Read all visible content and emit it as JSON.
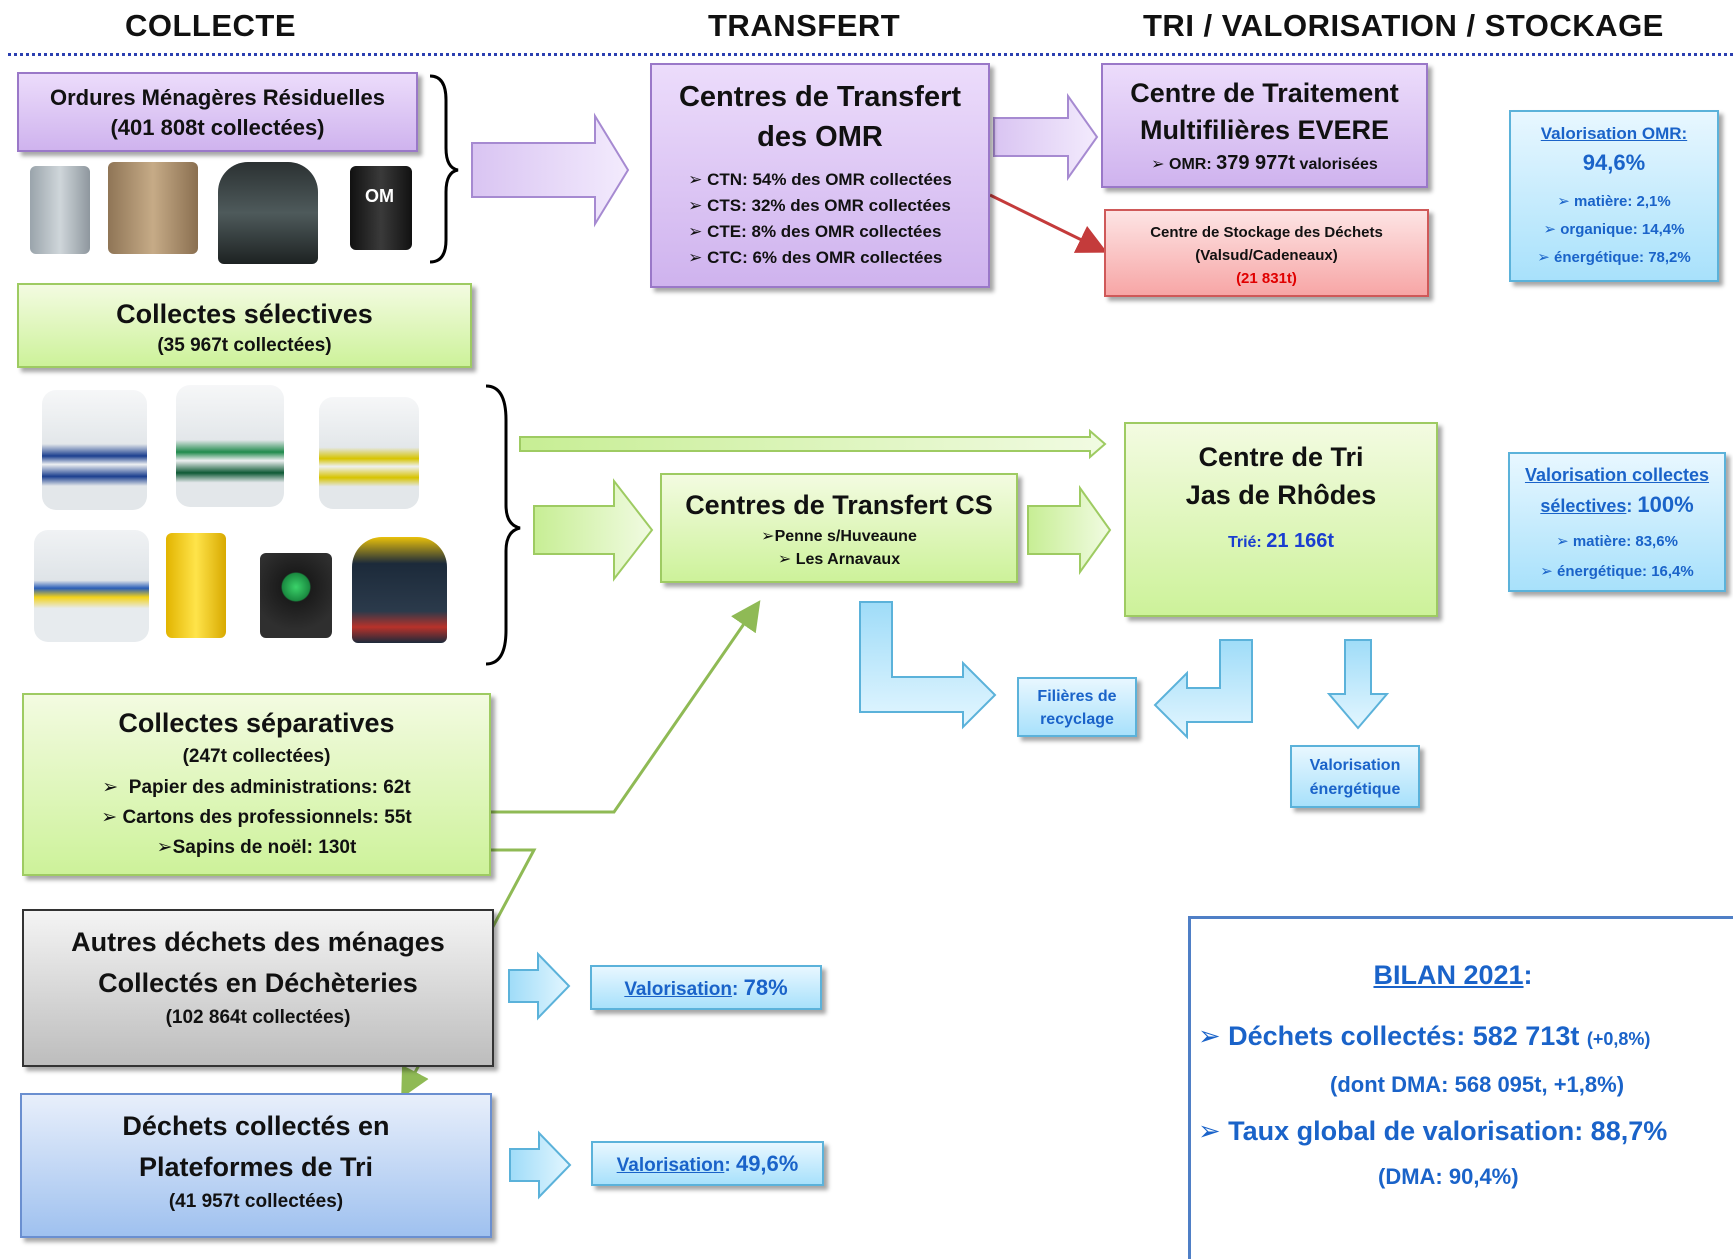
{
  "headers": {
    "collecte": "COLLECTE",
    "transfert": "TRANSFERT",
    "tri": "TRI / VALORISATION / STOCKAGE"
  },
  "omr": {
    "title": "Ordures Ménagères Résiduelles",
    "sub": "(401 808t collectées)"
  },
  "bin_label": "OM",
  "transfert_omr": {
    "title1": "Centres de Transfert",
    "title2": "des OMR",
    "items": [
      "CTN: 54% des OMR collectées",
      "CTS: 32% des OMR collectées",
      "CTE: 8% des OMR collectées",
      "CTC: 6% des OMR collectées"
    ]
  },
  "evere": {
    "title1": "Centre de Traitement",
    "title2": "Multifilières EVERE",
    "omr_label": "OMR:",
    "omr_value": "379 977t",
    "omr_suffix": "valorisées"
  },
  "stockage": {
    "line1": "Centre de Stockage des Déchets",
    "line2": "(Valsud/Cadeneaux)",
    "line3": "(21 831t)"
  },
  "valo_omr": {
    "title": "Valorisation OMR:",
    "pct": "94,6%",
    "items": [
      "matière: 2,1%",
      "organique: 14,4%",
      "énergétique: 78,2%"
    ]
  },
  "cs": {
    "title": "Collectes sélectives",
    "sub": "(35 967t collectées)"
  },
  "transfert_cs": {
    "title": "Centres de Transfert CS",
    "items": [
      "Penne s/Huveaune",
      "Les Arnavaux"
    ]
  },
  "tri": {
    "title1": "Centre de Tri",
    "title2": "Jas de Rhôdes",
    "trie_label": "Trié:",
    "trie_value": "21 166t"
  },
  "valo_cs": {
    "title1": "Valorisation collectes",
    "title2": "sélectives",
    "pct": "100%",
    "items": [
      "matière: 83,6%",
      "énergétique: 16,4%"
    ]
  },
  "filieres": {
    "line1": "Filières de",
    "line2": "recyclage"
  },
  "valo_energie": {
    "line1": "Valorisation",
    "line2": "énergétique"
  },
  "separatives": {
    "title": "Collectes séparatives",
    "sub": "(247t collectées)",
    "items": [
      "Papier des administrations: 62t",
      "Cartons des professionnels: 55t",
      "Sapins de noël: 130t"
    ]
  },
  "decheteries": {
    "title1": "Autres déchets des ménages",
    "title2": "Collectés en Déchèteries",
    "sub": "(102 864t collectées)"
  },
  "valo_dech": {
    "label": "Valorisation",
    "pct": "78%"
  },
  "plateformes": {
    "title1": "Déchets collectés en",
    "title2": "Plateformes de Tri",
    "sub": "(41 957t collectées)"
  },
  "valo_plat": {
    "label": "Valorisation",
    "pct": "49,6%"
  },
  "bilan": {
    "title": "BILAN 2021",
    "l1_label": "Déchets collectés: 582 713t",
    "l1_delta": "(+0,8%)",
    "l2": "(dont DMA: 568 095t, +1,8%)",
    "l3": "Taux global de valorisation: 88,7%",
    "l4": "(DMA: 90,4%)"
  }
}
